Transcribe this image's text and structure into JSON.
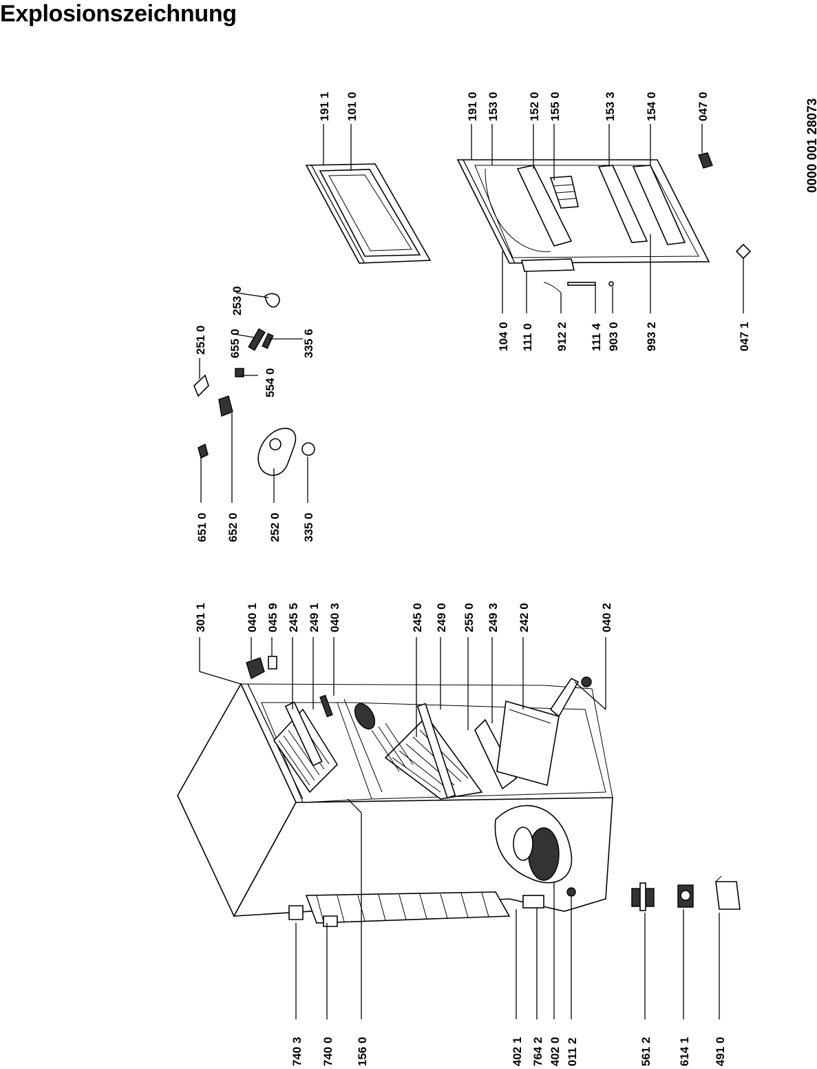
{
  "title": "Explosionszeichnung",
  "reference_number": "0000 001 28073",
  "labels_bottom_left": [
    "740 3",
    "740 0",
    "156 0",
    "402 1",
    "764 2",
    "402 0",
    "011 2",
    "561 2",
    "614 1",
    "491 0"
  ],
  "labels_top_left": [
    "301 1",
    "040 1",
    "045 9",
    "245 5",
    "249 1",
    "040 3",
    "245 0",
    "249 0",
    "255 0",
    "249 3",
    "242 0",
    "040 2"
  ],
  "labels_controls_bottom": [
    "651 0",
    "652 0",
    "252 0",
    "335 0"
  ],
  "labels_controls_top": [
    "251 0",
    "554 0",
    "655 0",
    "253 0",
    "335 6"
  ],
  "labels_door_small": [
    "191 1",
    "101 0"
  ],
  "labels_door_main_top": [
    "191 0",
    "153 0",
    "152 0",
    "155 0",
    "153 3",
    "154 0",
    "047 0"
  ],
  "labels_door_main_bottom": [
    "104 0",
    "111 0",
    "912 2",
    "111 4",
    "903 0",
    "993 2",
    "047 1"
  ]
}
